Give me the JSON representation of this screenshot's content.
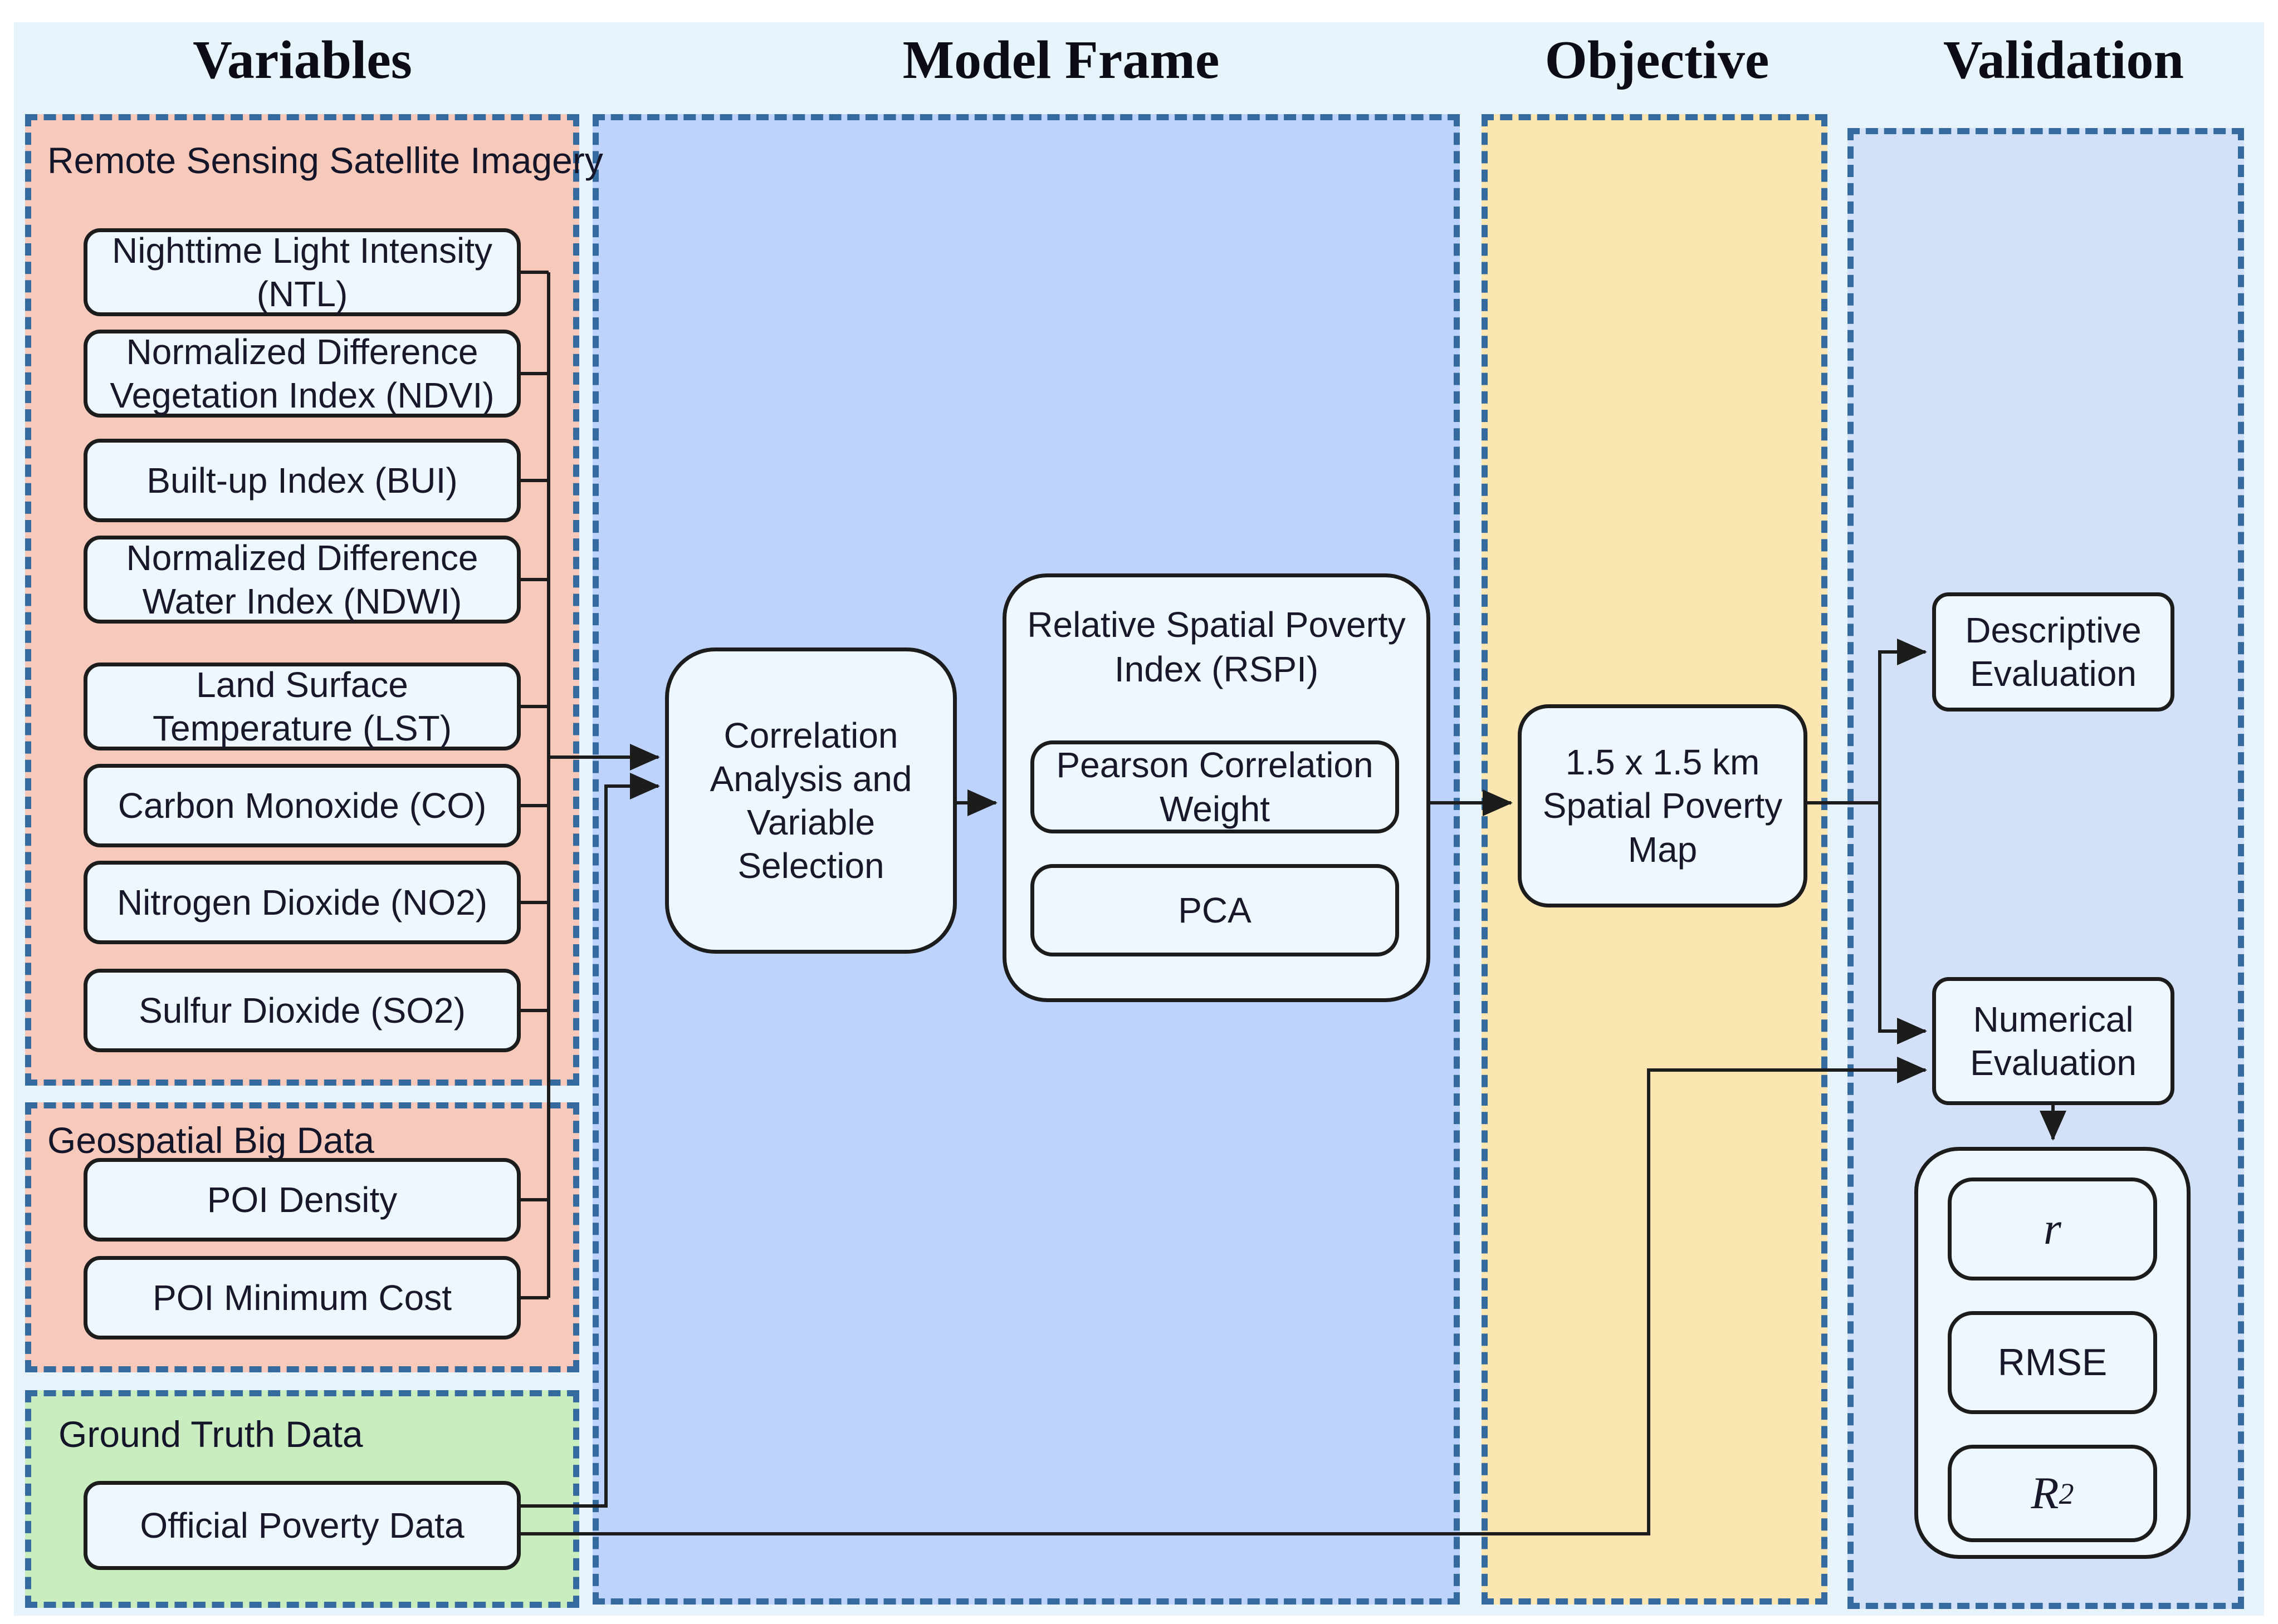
{
  "headers": {
    "variables": "Variables",
    "model_frame": "Model Frame",
    "objective": "Objective",
    "validation": "Validation"
  },
  "variables": {
    "remote_sensing": {
      "title": "Remote Sensing Satellite Imagery",
      "items": [
        "Nighttime Light Intensity (NTL)",
        "Normalized Difference Vegetation Index (NDVI)",
        "Built-up Index (BUI)",
        "Normalized Difference Water Index (NDWI)",
        "Land Surface Temperature (LST)",
        "Carbon Monoxide (CO)",
        "Nitrogen Dioxide (NO2)",
        "Sulfur Dioxide (SO2)"
      ]
    },
    "geospatial": {
      "title": "Geospatial Big Data",
      "items": [
        "POI Density",
        "POI Minimum Cost"
      ]
    },
    "ground_truth": {
      "title": "Ground Truth Data",
      "items": [
        "Official Poverty Data"
      ]
    }
  },
  "model_frame": {
    "correlation_box": "Correlation Analysis and Variable Selection",
    "rspi_title": "Relative Spatial Poverty Index (RSPI)",
    "rspi_items": [
      "Pearson Correlation Weight",
      "PCA"
    ]
  },
  "objective": {
    "map_box": "1.5 x 1.5 km Spatial Poverty Map"
  },
  "validation": {
    "descriptive": "Descriptive Evaluation",
    "numerical": "Numerical Evaluation",
    "metrics": [
      {
        "label": "r",
        "sup": "",
        "style": "serif-italic"
      },
      {
        "label": "RMSE",
        "sup": "",
        "style": "sans"
      },
      {
        "label": "R",
        "sup": "2",
        "style": "serif-italic"
      }
    ]
  },
  "colors": {
    "panel_background": "#e8f4fc",
    "remote_sensing_section": "#f6c9ba",
    "geospatial_section": "#f6c9ba",
    "ground_truth_section": "#c9edbf",
    "model_frame_section": "#bdd3fb",
    "objective_section": "#fbe5b0",
    "validation_section": "#d2e0f8",
    "node_fill": "#edf7fd",
    "node_border": "#1c1c1c",
    "dashed_border": "#356a9e",
    "connector": "#1c1c1c"
  }
}
